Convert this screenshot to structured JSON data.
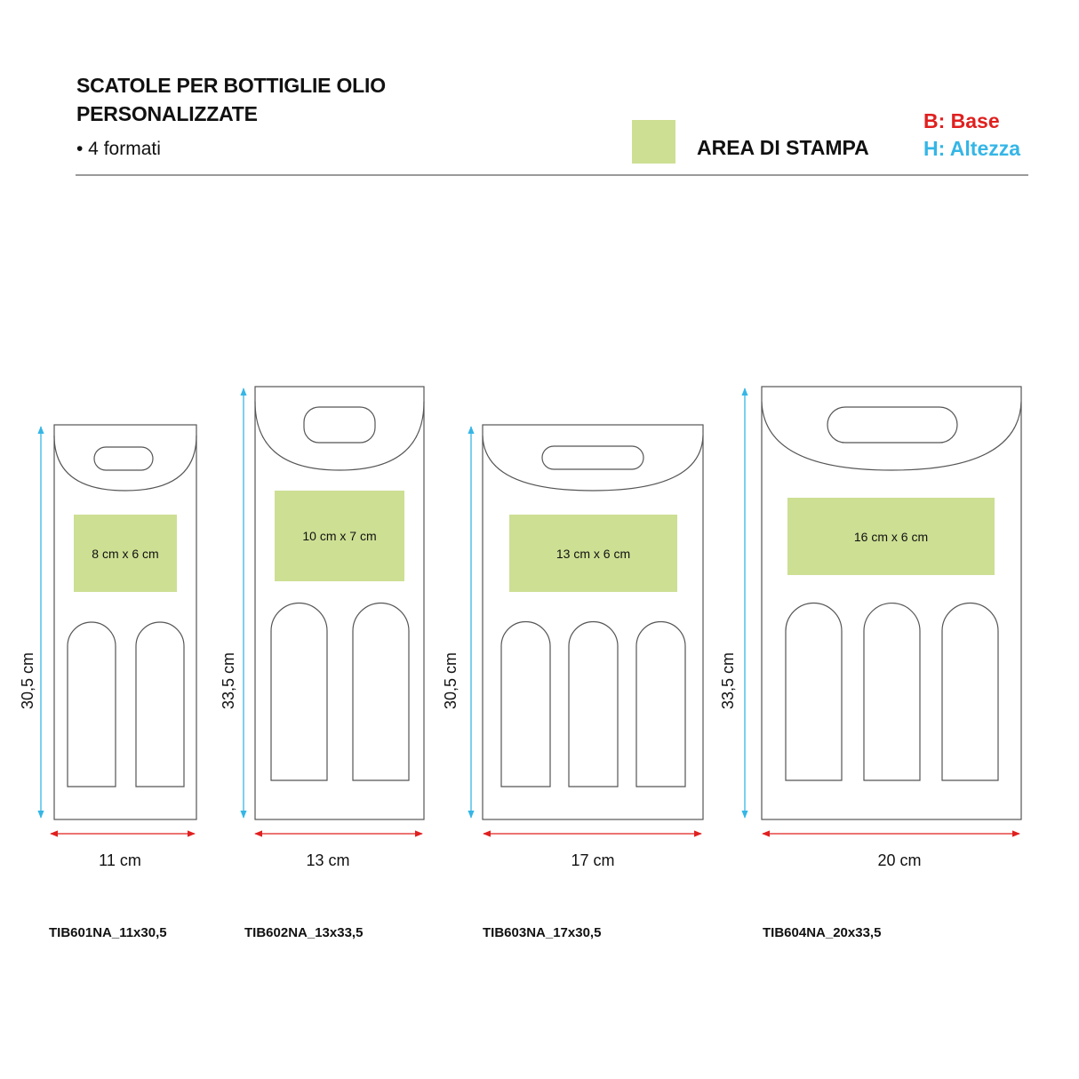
{
  "header": {
    "title_line1": "SCATOLE PER BOTTIGLIE OLIO",
    "title_line2": "PERSONALIZZATE",
    "subtitle": "• 4 formati"
  },
  "legend": {
    "print_area_label": "AREA DI STAMPA",
    "base_label": "B: Base",
    "height_label": "H: Altezza",
    "colors": {
      "print_area": "#cddf93",
      "base": "#e0201f",
      "height": "#35b6e6",
      "outline": "#555555"
    }
  },
  "boxes": [
    {
      "code": "TIB601NA_11x30,5",
      "width": "11 cm",
      "height": "30,5 cm",
      "print_area": "8 cm x 6 cm",
      "bottles": 2
    },
    {
      "code": "TIB602NA_13x33,5",
      "width": "13 cm",
      "height": "33,5 cm",
      "print_area": "10 cm x 7 cm",
      "bottles": 2
    },
    {
      "code": "TIB603NA_17x30,5",
      "width": "17 cm",
      "height": "30,5 cm",
      "print_area": "13 cm x 6 cm",
      "bottles": 3
    },
    {
      "code": "TIB604NA_20x33,5",
      "width": "20 cm",
      "height": "33,5 cm",
      "print_area": "16 cm x 6 cm",
      "bottles": 3
    }
  ]
}
